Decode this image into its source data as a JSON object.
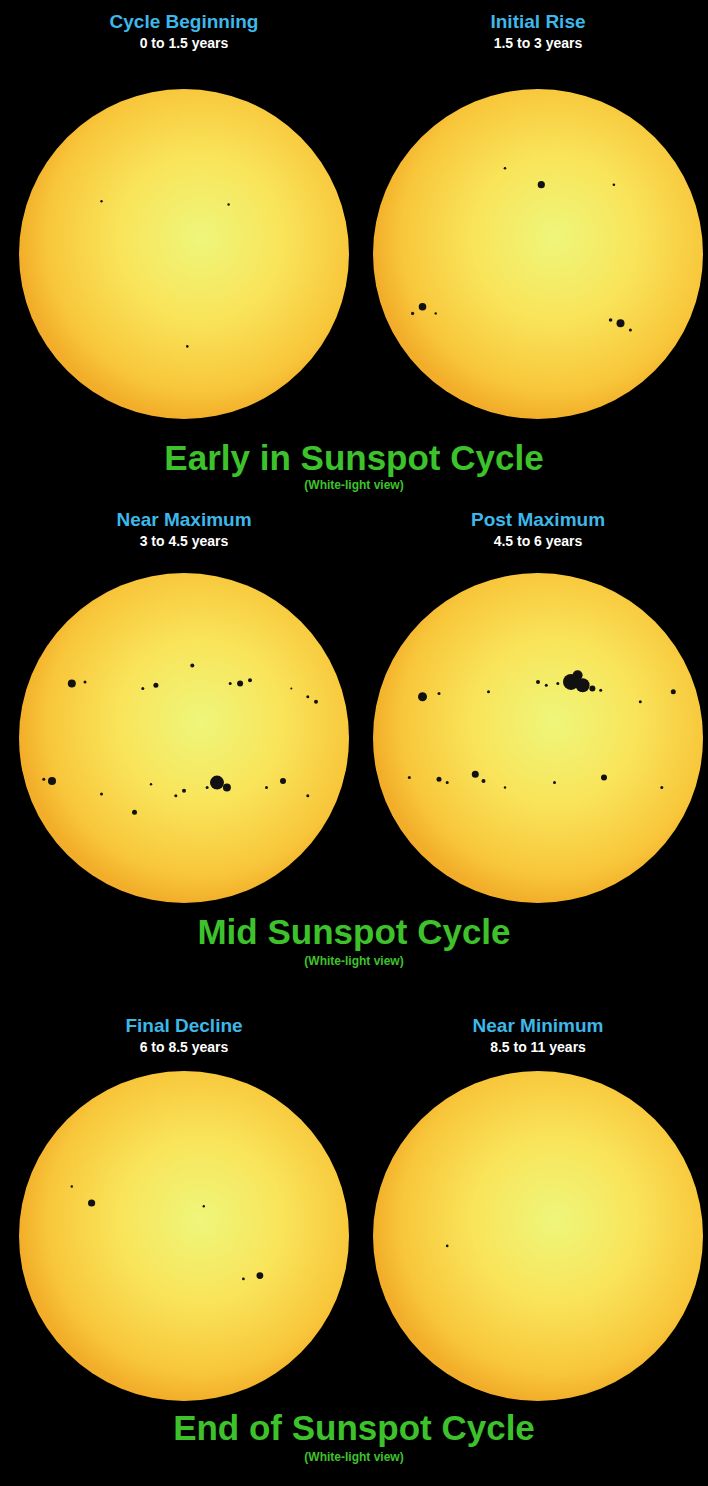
{
  "diagram": {
    "nodes": [
      {
        "text": [
          "Cycle Beginning",
          "0 to 1.5 years"
        ]
      },
      {
        "text": [
          "Initial Rise",
          "1.5 to 3 years"
        ]
      },
      {
        "text": [
          "Near Maximum",
          "3 to 4.5 years"
        ]
      },
      {
        "text": [
          "Post Maximum",
          "4.5 to 6 years"
        ]
      },
      {
        "text": [
          "Final Decline",
          "6 to 8.5 years"
        ]
      },
      {
        "text": [
          "Near Minimum",
          "8.5 to 11 years"
        ]
      }
    ],
    "labels": [
      "Early in Sunspot Cycle",
      "(White-light view)",
      "Mid Sunspot Cycle",
      "(White-light view)",
      "End of Sunspot Cycle",
      "(White-light view)"
    ]
  }
}
